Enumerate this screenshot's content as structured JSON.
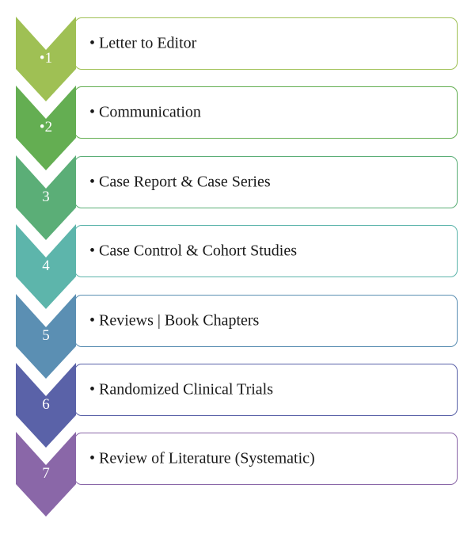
{
  "steps": [
    {
      "number": "1",
      "bullet_number": true,
      "label": "Letter to Editor",
      "color": "#9fc054"
    },
    {
      "number": "2",
      "bullet_number": true,
      "label": "Communication",
      "color": "#64ae52"
    },
    {
      "number": "3",
      "bullet_number": false,
      "label": "Case Report & Case Series",
      "color": "#5bae77"
    },
    {
      "number": "4",
      "bullet_number": false,
      "label": "Case Control & Cohort Studies",
      "color": "#5db5ab"
    },
    {
      "number": "5",
      "bullet_number": false,
      "label": "Reviews | Book Chapters",
      "color": "#5b8fb3"
    },
    {
      "number": "6",
      "bullet_number": false,
      "label": "Randomized Clinical Trials",
      "color": "#5a62a8"
    },
    {
      "number": "7",
      "bullet_number": false,
      "label": "Review of Literature (Systematic)",
      "color": "#8a67a8"
    }
  ]
}
